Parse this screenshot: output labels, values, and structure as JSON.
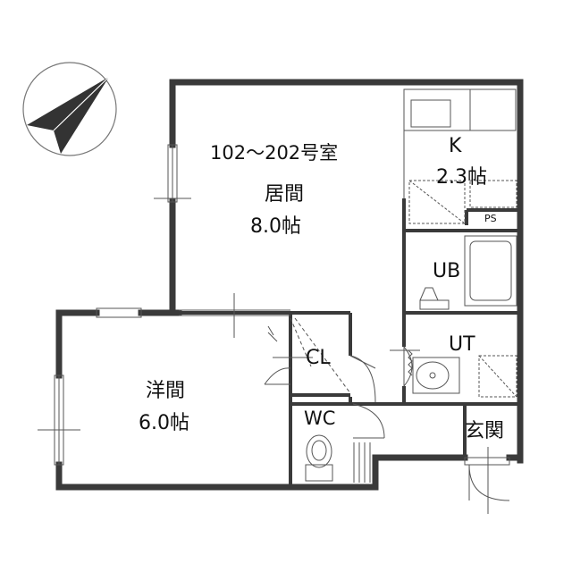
{
  "unit_title": "102～202号室",
  "rooms": {
    "living": {
      "name": "居間",
      "size": "8.0帖"
    },
    "western": {
      "name": "洋間",
      "size": "6.0帖"
    },
    "kitchen": {
      "name": "K",
      "size": "2.3帖"
    },
    "closet": {
      "name": "CL"
    },
    "bath": {
      "name": "UB"
    },
    "utility": {
      "name": "UT"
    },
    "toilet": {
      "name": "WC"
    },
    "entrance": {
      "name": "玄関"
    },
    "pipe_space": {
      "name": "PS"
    }
  },
  "compass": {
    "icon": "north-arrow-icon"
  },
  "colors": {
    "wall": "#3a3a3a",
    "line": "#555555",
    "fixture": "#666666"
  }
}
